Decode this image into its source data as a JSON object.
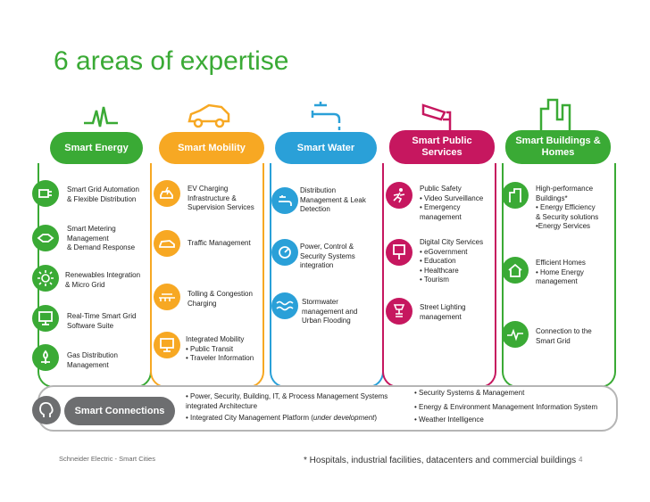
{
  "title": "6 areas of expertise",
  "colors": {
    "energy": "#3aaa35",
    "mobility": "#f7a823",
    "water": "#2aa0d8",
    "public": "#c6175f",
    "buildings": "#3aaa35",
    "connections": "#6d6e70"
  },
  "columns": {
    "energy": {
      "label": "Smart Energy",
      "items": [
        "Smart Grid Automation\n& Flexible Distribution",
        "Smart Metering\nManagement\n& Demand Response",
        "Renewables Integration\n& Micro Grid",
        "Real-Time Smart Grid\nSoftware Suite",
        "Gas Distribution\nManagement"
      ]
    },
    "mobility": {
      "label": "Smart Mobility",
      "items": [
        "EV Charging\nInfrastructure &\nSupervision Services",
        "Traffic Management",
        "Tolling & Congestion\nCharging",
        "Integrated Mobility\n• Public Transit\n• Traveler Information"
      ]
    },
    "water": {
      "label": "Smart Water",
      "items": [
        "Distribution\nManagement & Leak\nDetection",
        "Power, Control &\nSecurity Systems\nintegration",
        "Stormwater\nmanagement and\nUrban Flooding"
      ]
    },
    "public": {
      "label": "Smart Public\nServices",
      "items": [
        "Public Safety\n• Video Surveillance\n• Emergency\n  management",
        "Digital City Services\n• eGovernment\n• Education\n• Healthcare\n• Tourism",
        "Street Lighting\nmanagement"
      ]
    },
    "buildings": {
      "label": "Smart Buildings &\nHomes",
      "items": [
        "High-performance\nBuildings*\n• Energy Efficiency\n  & Security solutions\n•Energy Services",
        "Efficient Homes\n• Home Energy\n  management",
        "Connection to the\nSmart Grid"
      ]
    }
  },
  "connections": {
    "label": "Smart Connections",
    "middle_1": "• Power, Security, Building, IT, & Process Management Systems\nintegrated Architecture",
    "middle_2_prefix": "• Integrated City Management Platform (",
    "middle_2_em": "under development",
    "middle_2_suffix": ")",
    "right_1": "• Security Systems & Management",
    "right_2": "• Energy & Environment Management Information System",
    "right_3": "• Weather Intelligence"
  },
  "footer": {
    "left": "Schneider Electric - Smart Cities",
    "right": "* Hospitals, industrial facilities, datacenters and commercial buildings",
    "page": "4"
  },
  "icons": [
    "energy-wave-icon",
    "car-icon",
    "faucet-icon",
    "cctv-camera-icon",
    "buildings-icon",
    "plug-icon",
    "handshake-icon",
    "sun-icon",
    "monitor-icon",
    "gas-burner-icon",
    "ev-charging-icon",
    "car-icon",
    "toll-icon",
    "monitor-icon",
    "faucet-icon",
    "control-dial-icon",
    "waves-icon",
    "runner-icon",
    "kiosk-icon",
    "lamp-icon",
    "building-icon",
    "house-icon",
    "pulse-icon",
    "head-icon"
  ]
}
